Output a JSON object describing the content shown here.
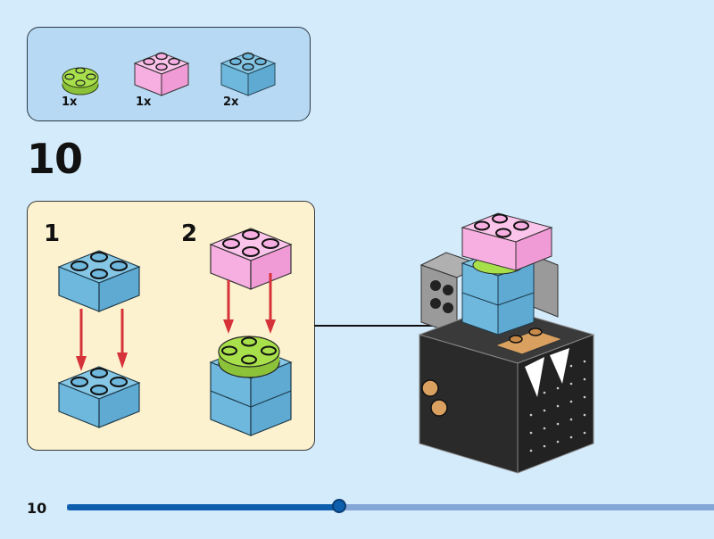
{
  "parts_list": {
    "items": [
      {
        "name": "round-plate-2x2",
        "color": "#a8e04b",
        "quantity": "1x"
      },
      {
        "name": "brick-2x2",
        "color": "#f7aee0",
        "quantity": "1x"
      },
      {
        "name": "brick-2x2",
        "color": "#6eb8dd",
        "quantity": "2x"
      }
    ]
  },
  "step": {
    "number": "10",
    "substeps": [
      {
        "label": "1"
      },
      {
        "label": "2"
      }
    ]
  },
  "colors": {
    "background": "#d4ebfb",
    "parts_box": "#b7d9f3",
    "substep_box": "#fdf2cf",
    "arrow": "#d6323a",
    "blue_brick": "#6eb8dd",
    "pink_brick": "#f7aee0",
    "lime_plate": "#a8e04b"
  },
  "footer": {
    "page_number": "10",
    "progress_percent": 42
  }
}
